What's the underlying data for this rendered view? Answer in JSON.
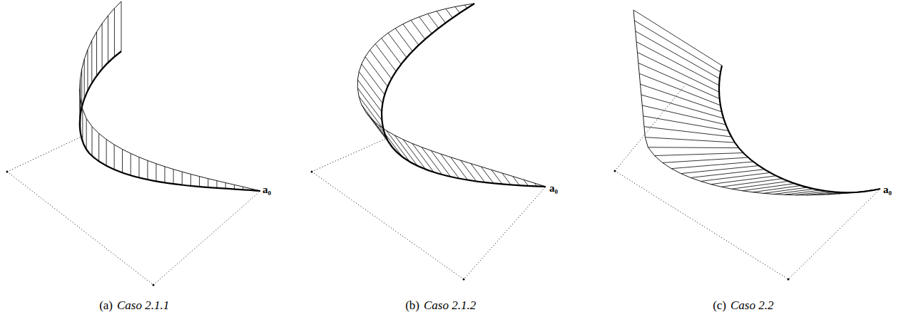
{
  "diagram": {
    "labels": [
      "a₀",
      "(a)",
      "Caso 2.1.1",
      "a₀",
      "(b)",
      "Caso 2.1.2",
      "a₀",
      "(c)",
      "Caso 2.2"
    ]
  }
}
